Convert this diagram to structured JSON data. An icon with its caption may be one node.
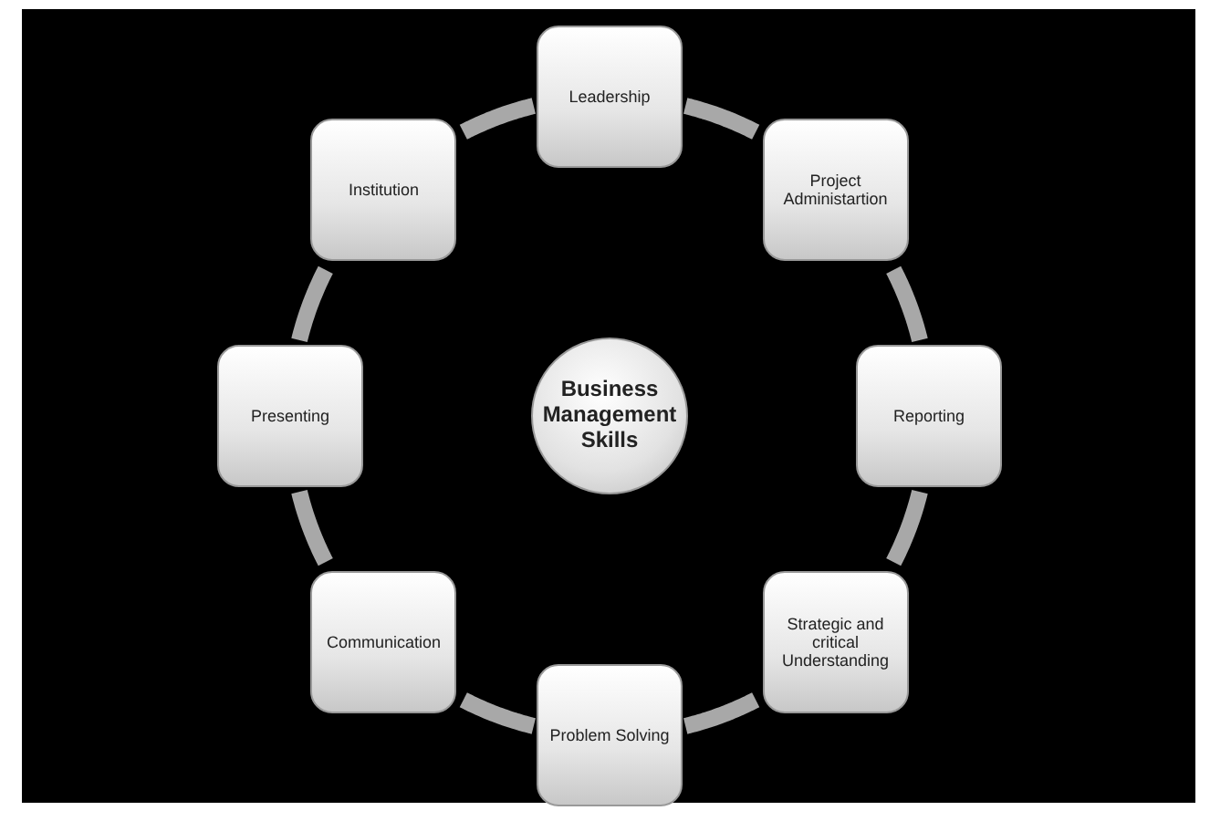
{
  "diagram": {
    "nodes": [
      {
        "text": [
          "Business Management Skills"
        ]
      },
      {
        "text": [
          "Leadership"
        ]
      },
      {
        "text": [
          "Project Administartion"
        ]
      },
      {
        "text": [
          "Reporting"
        ]
      },
      {
        "text": [
          "Strategic and critical Understanding"
        ]
      },
      {
        "text": [
          "Problem Solving"
        ]
      },
      {
        "text": [
          "Communication"
        ]
      },
      {
        "text": [
          "Presenting"
        ]
      },
      {
        "text": [
          "Institution"
        ]
      }
    ],
    "edges": [
      {
        "from": 1,
        "to": 2,
        "arrow": "none"
      },
      {
        "from": 2,
        "to": 3,
        "arrow": "none"
      },
      {
        "from": 3,
        "to": 4,
        "arrow": "none"
      },
      {
        "from": 4,
        "to": 5,
        "arrow": "none"
      },
      {
        "from": 5,
        "to": 6,
        "arrow": "none"
      },
      {
        "from": 6,
        "to": 7,
        "arrow": "none"
      },
      {
        "from": 7,
        "to": 8,
        "arrow": "none"
      },
      {
        "from": 8,
        "to": 1,
        "arrow": "none"
      }
    ]
  }
}
